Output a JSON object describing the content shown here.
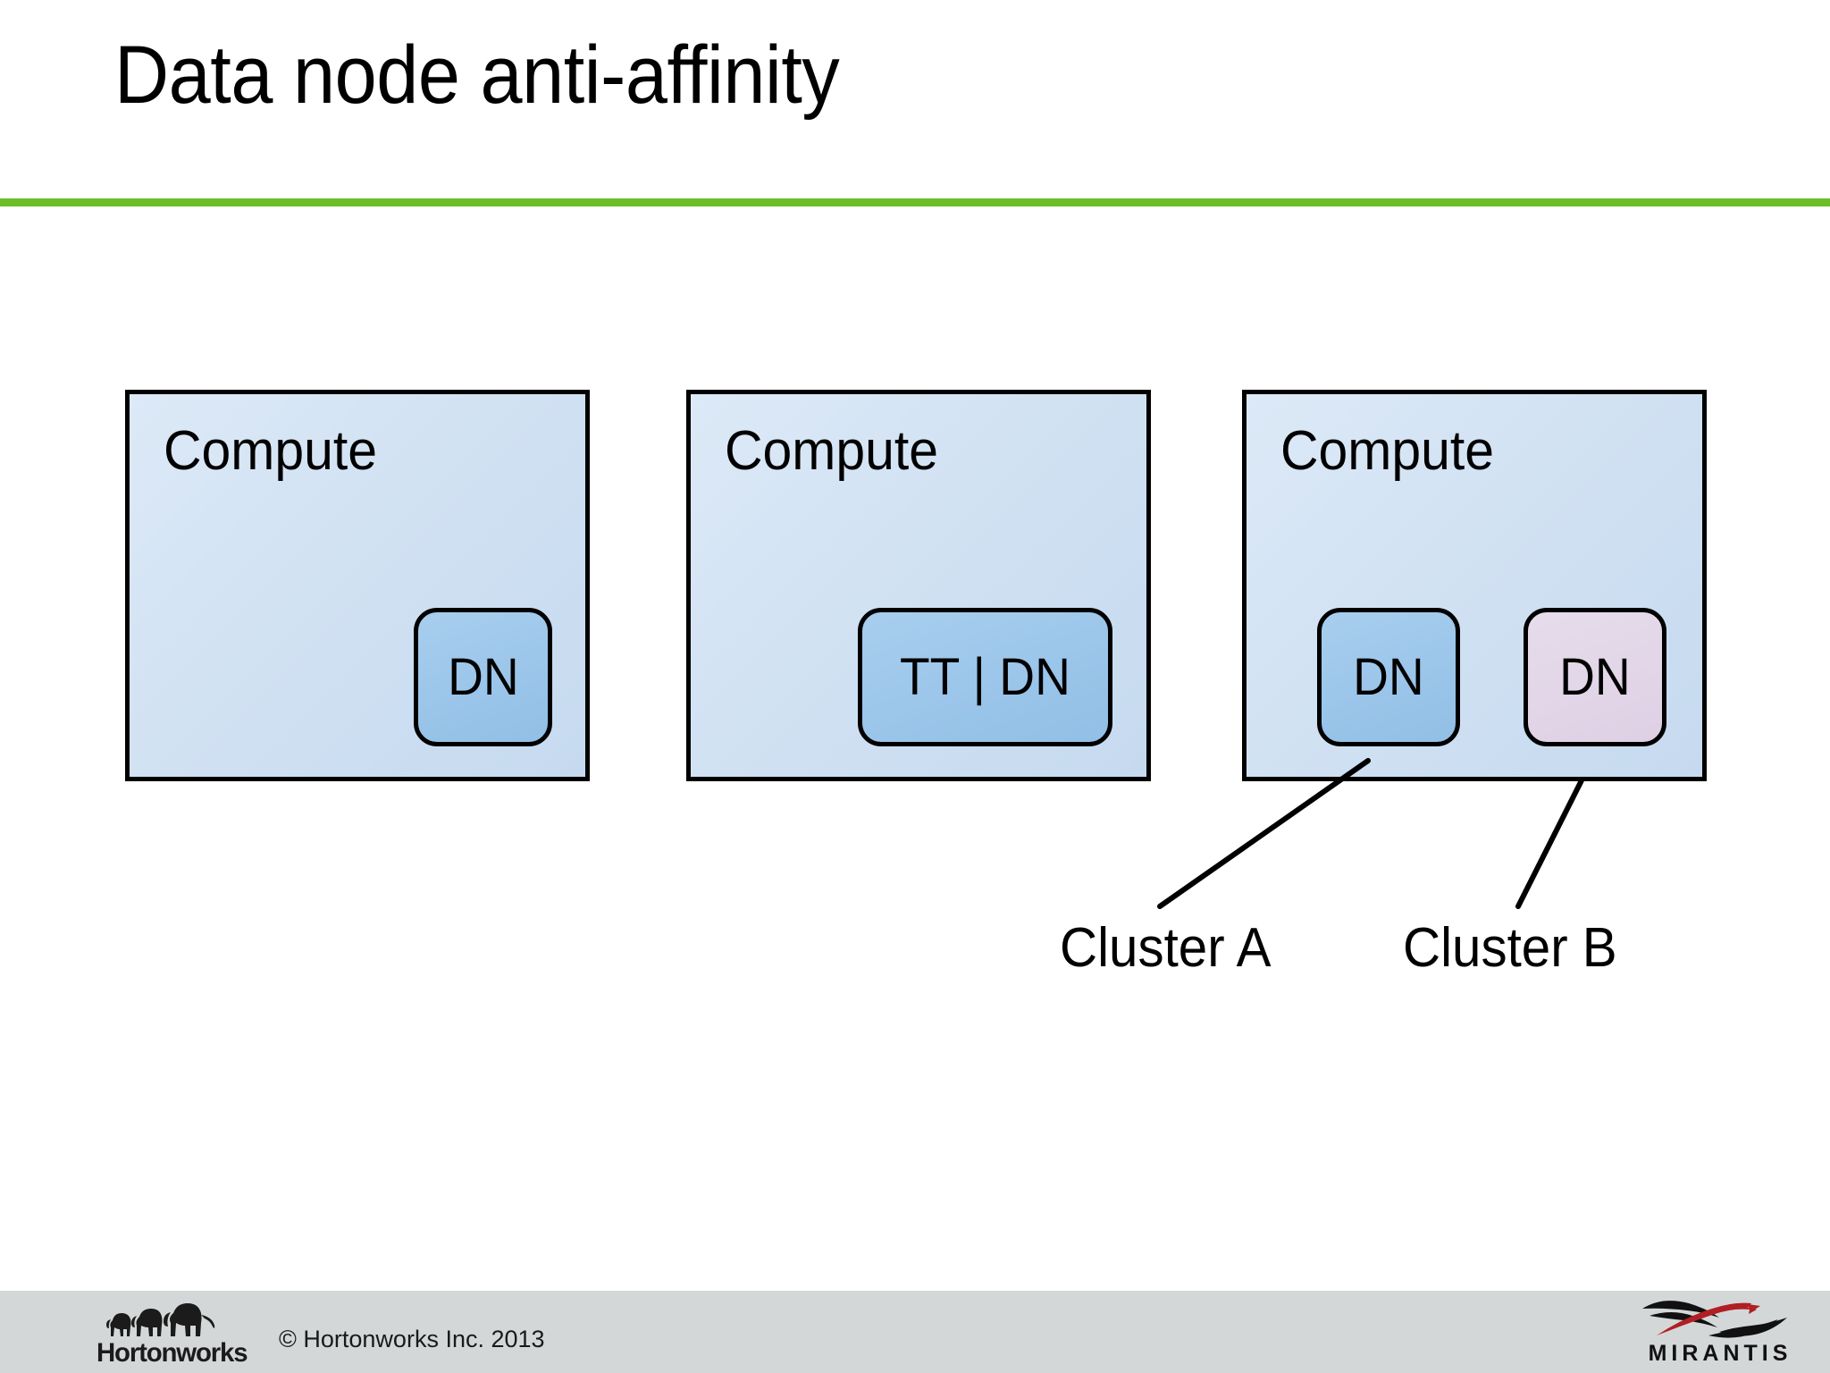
{
  "slide": {
    "title": "Data node anti-affinity",
    "accent_green": "#6cbe29",
    "background": "#ffffff"
  },
  "diagram": {
    "hosts": [
      {
        "label": "Compute",
        "nodes": [
          {
            "label": "DN",
            "color": "#9cc6ea",
            "kind": "blue"
          }
        ]
      },
      {
        "label": "Compute",
        "nodes": [
          {
            "label": "TT | DN",
            "color": "#9cc6ea",
            "kind": "blue"
          }
        ]
      },
      {
        "label": "Compute",
        "nodes": [
          {
            "label": "DN",
            "color": "#9cc6ea",
            "kind": "blue"
          },
          {
            "label": "DN",
            "color": "#e2d6e8",
            "kind": "pink"
          }
        ]
      }
    ],
    "annotations": [
      {
        "label": "Cluster A"
      },
      {
        "label": "Cluster B"
      }
    ]
  },
  "footer": {
    "copyright": "© Hortonworks Inc. 2013",
    "bar_color": "#d4d7d8",
    "hortonworks_wordmark": "Hortonworks",
    "mirantis_wordmark": "MIRANTIS"
  }
}
